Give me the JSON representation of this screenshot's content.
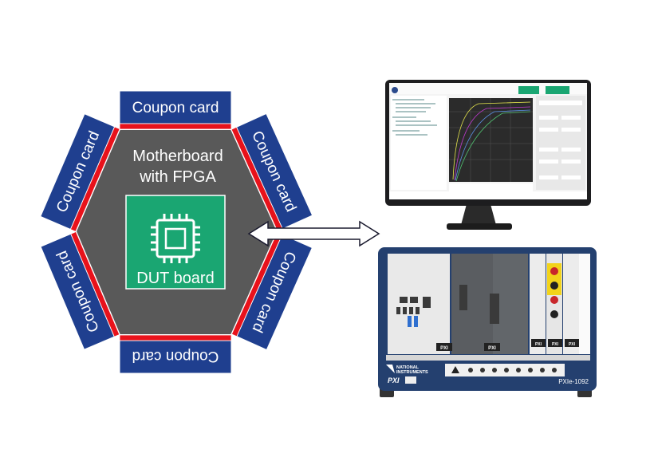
{
  "hexagon": {
    "title_line1": "Motherboard",
    "title_line2": "with FPGA",
    "dut_label": "DUT board",
    "coupon_cards": [
      "Coupon card",
      "Coupon card",
      "Coupon card",
      "Coupon card",
      "Coupon card",
      "Coupon card"
    ]
  },
  "chassis": {
    "brand_line1": "NATIONAL",
    "brand_line2": "INSTRUMENTS",
    "pxi_logo": "PXI",
    "model": "PXIe-1092"
  },
  "colors": {
    "card_blue": "#1f3f8f",
    "red": "#e8121b",
    "hex_gray": "#595959",
    "dut_green": "#1aa672"
  }
}
